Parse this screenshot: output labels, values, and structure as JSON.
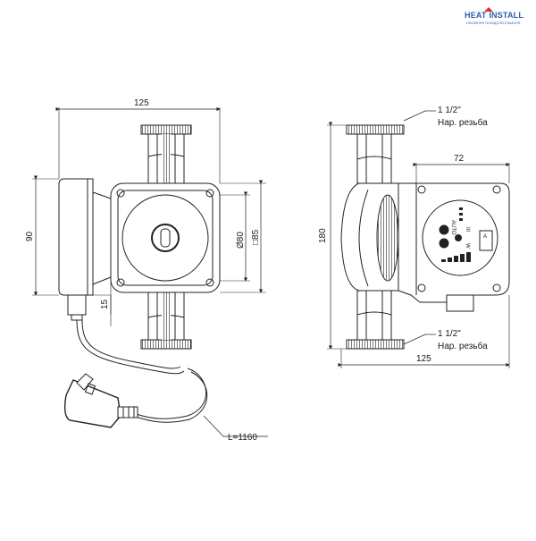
{
  "brand": {
    "name": "HEAT INSTALL",
    "tagline": "ОПАЛЕННЯ ТА ВОДОПОСТАЧАННЯ"
  },
  "dimensions": {
    "front_width": "125",
    "front_height": "90",
    "rotor_diameter": "Ø80",
    "housing_square": "□85",
    "cable_offset": "15",
    "side_height": "180",
    "box_width": "72",
    "side_width": "125",
    "cable_length": "L=1160"
  },
  "threads": {
    "top_size": "1 1/2\"",
    "top_label": "Нар. резьба",
    "bottom_size": "1 1/2\"",
    "bottom_label": "Нар. резьба"
  },
  "panel": {
    "auto_label": "AUTO",
    "mode_letters": "III",
    "power_letter": "W",
    "a_letter": "A"
  }
}
